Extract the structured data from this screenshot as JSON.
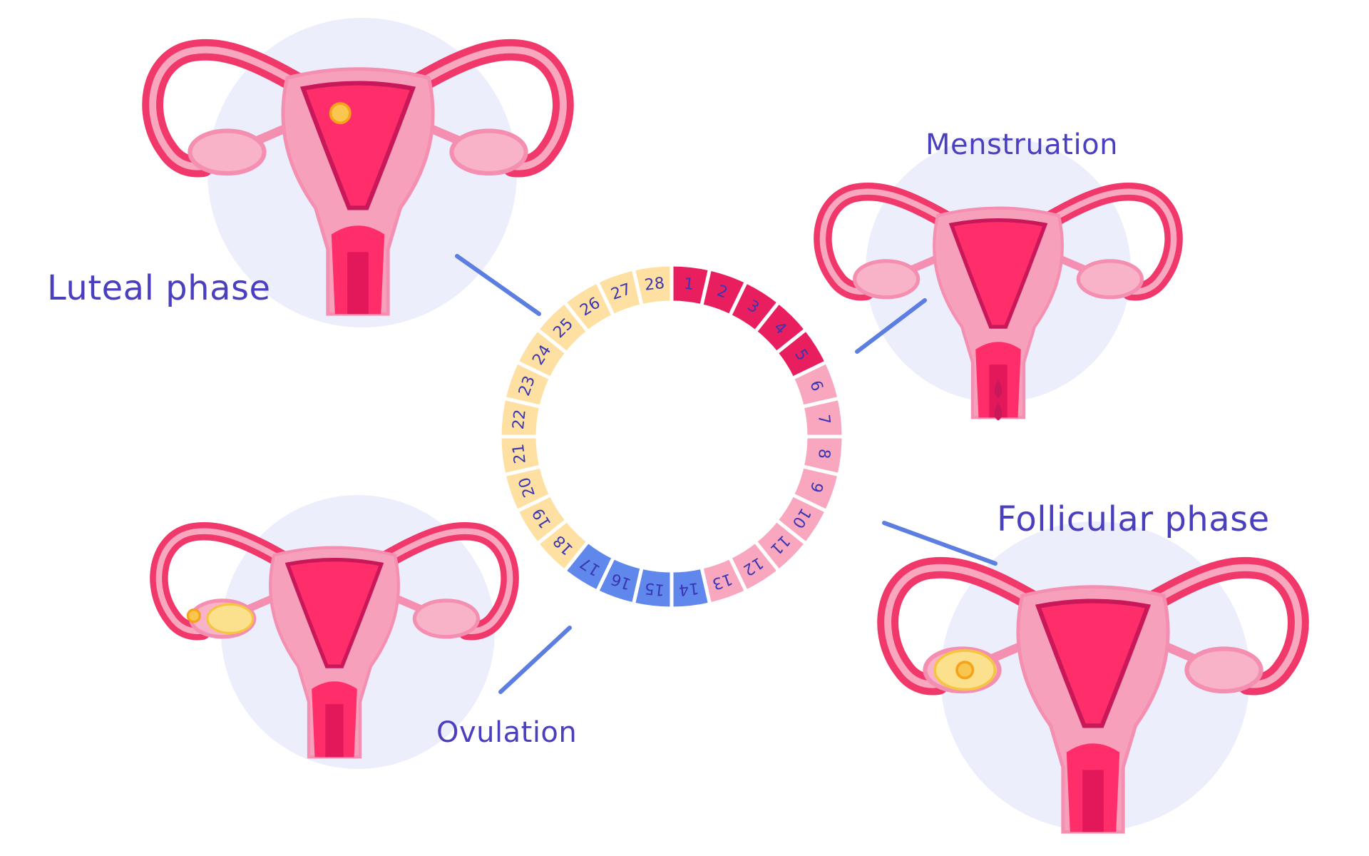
{
  "labels": {
    "luteal": "Luteal phase",
    "menstruation": "Menstruation",
    "follicular": "Follicular phase",
    "ovulation": "Ovulation"
  },
  "colors": {
    "menstruation": "#e91e5f",
    "follicular": "#f9a6bf",
    "ovulation": "#5f87ec",
    "luteal": "#fde0a2",
    "text": "#4a3fbf",
    "connector": "#5b7ee0",
    "backdrop": "#eceefc"
  },
  "cycle": {
    "days": [
      "1",
      "2",
      "3",
      "4",
      "5",
      "6",
      "7",
      "8",
      "9",
      "10",
      "11",
      "12",
      "13",
      "14",
      "15",
      "16",
      "17",
      "18",
      "19",
      "20",
      "21",
      "22",
      "23",
      "24",
      "25",
      "26",
      "27",
      "28"
    ],
    "phases": [
      {
        "name": "menstruation",
        "start": 1,
        "end": 5
      },
      {
        "name": "follicular",
        "start": 6,
        "end": 13
      },
      {
        "name": "ovulation",
        "start": 14,
        "end": 17
      },
      {
        "name": "luteal",
        "start": 18,
        "end": 28
      }
    ]
  }
}
